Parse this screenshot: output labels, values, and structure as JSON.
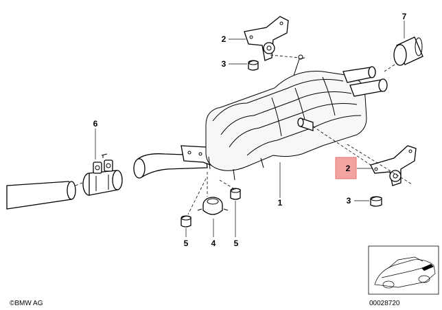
{
  "callouts": {
    "c1": "1",
    "c2_top": "2",
    "c2_right": "2",
    "c3_top": "3",
    "c3_bottom": "3",
    "c4": "4",
    "c5_left": "5",
    "c5_right": "5",
    "c6": "6",
    "c7": "7"
  },
  "highlight_color": "#f4a3a3",
  "footer": {
    "copyright": "©BMW AG",
    "diagram_number": "00028720"
  }
}
